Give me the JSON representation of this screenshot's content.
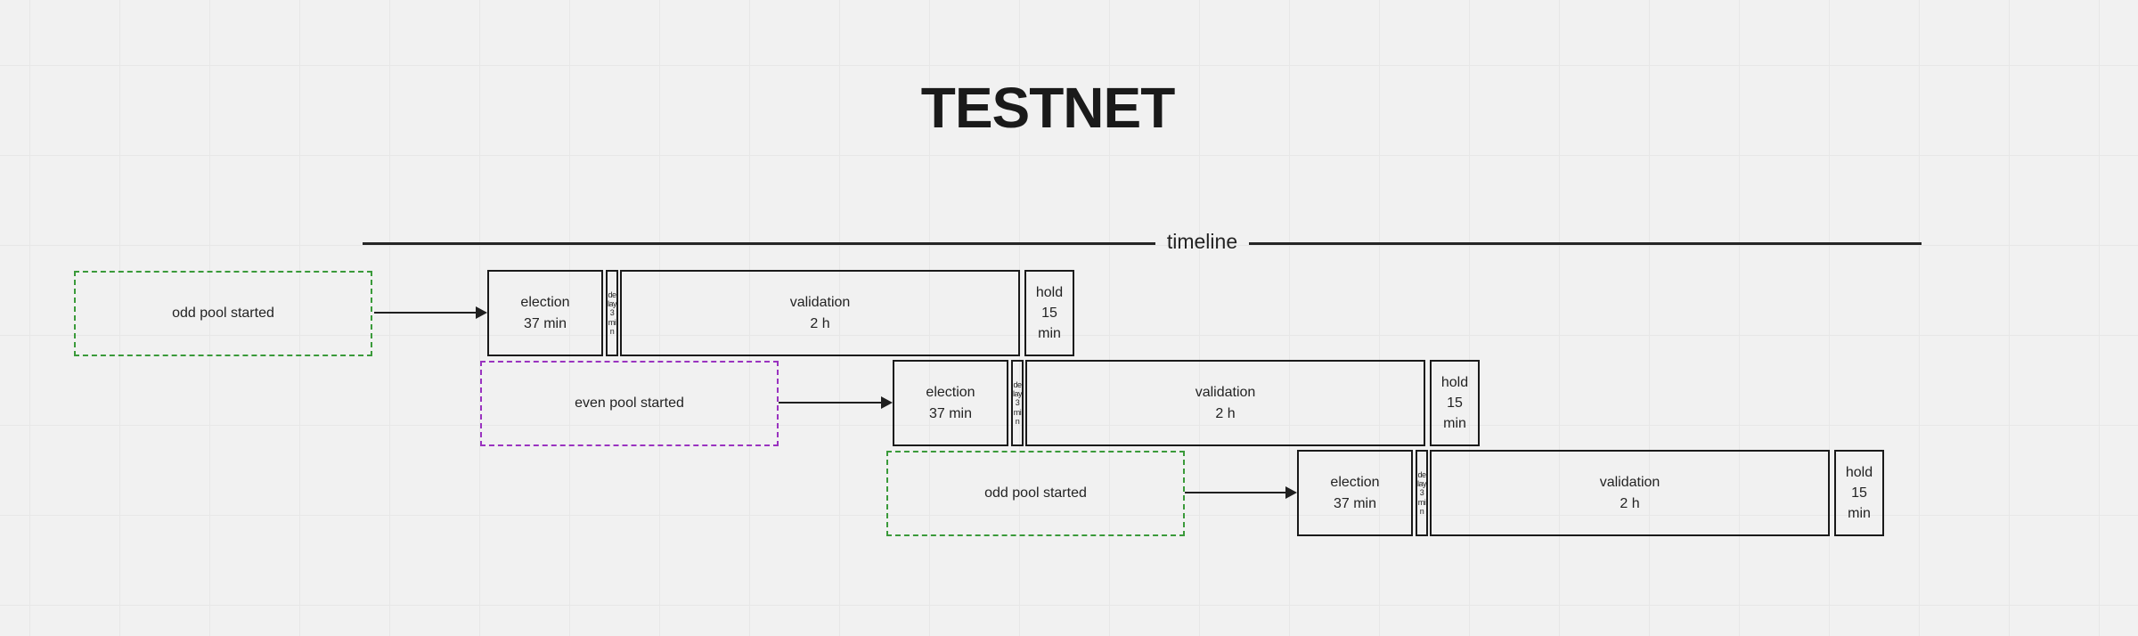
{
  "title": "TESTNET",
  "timeline_label": "timeline",
  "colors": {
    "odd_pool": "#3a9a3a",
    "even_pool": "#9a33c0"
  },
  "rows": [
    {
      "start_label": "odd pool started",
      "pool": "odd",
      "election_name": "election",
      "election_duration": "37 min",
      "delay_label": "delay 3 min",
      "validation_name": "validation",
      "validation_duration": "2 h",
      "hold_label": "hold 15 min"
    },
    {
      "start_label": "even pool started",
      "pool": "even",
      "election_name": "election",
      "election_duration": "37 min",
      "delay_label": "delay 3 min",
      "validation_name": "validation",
      "validation_duration": "2 h",
      "hold_label": "hold 15 min"
    },
    {
      "start_label": "odd pool started",
      "pool": "odd",
      "election_name": "election",
      "election_duration": "37 min",
      "delay_label": "delay 3 min",
      "validation_name": "validation",
      "validation_duration": "2 h",
      "hold_label": "hold 15 min"
    }
  ]
}
